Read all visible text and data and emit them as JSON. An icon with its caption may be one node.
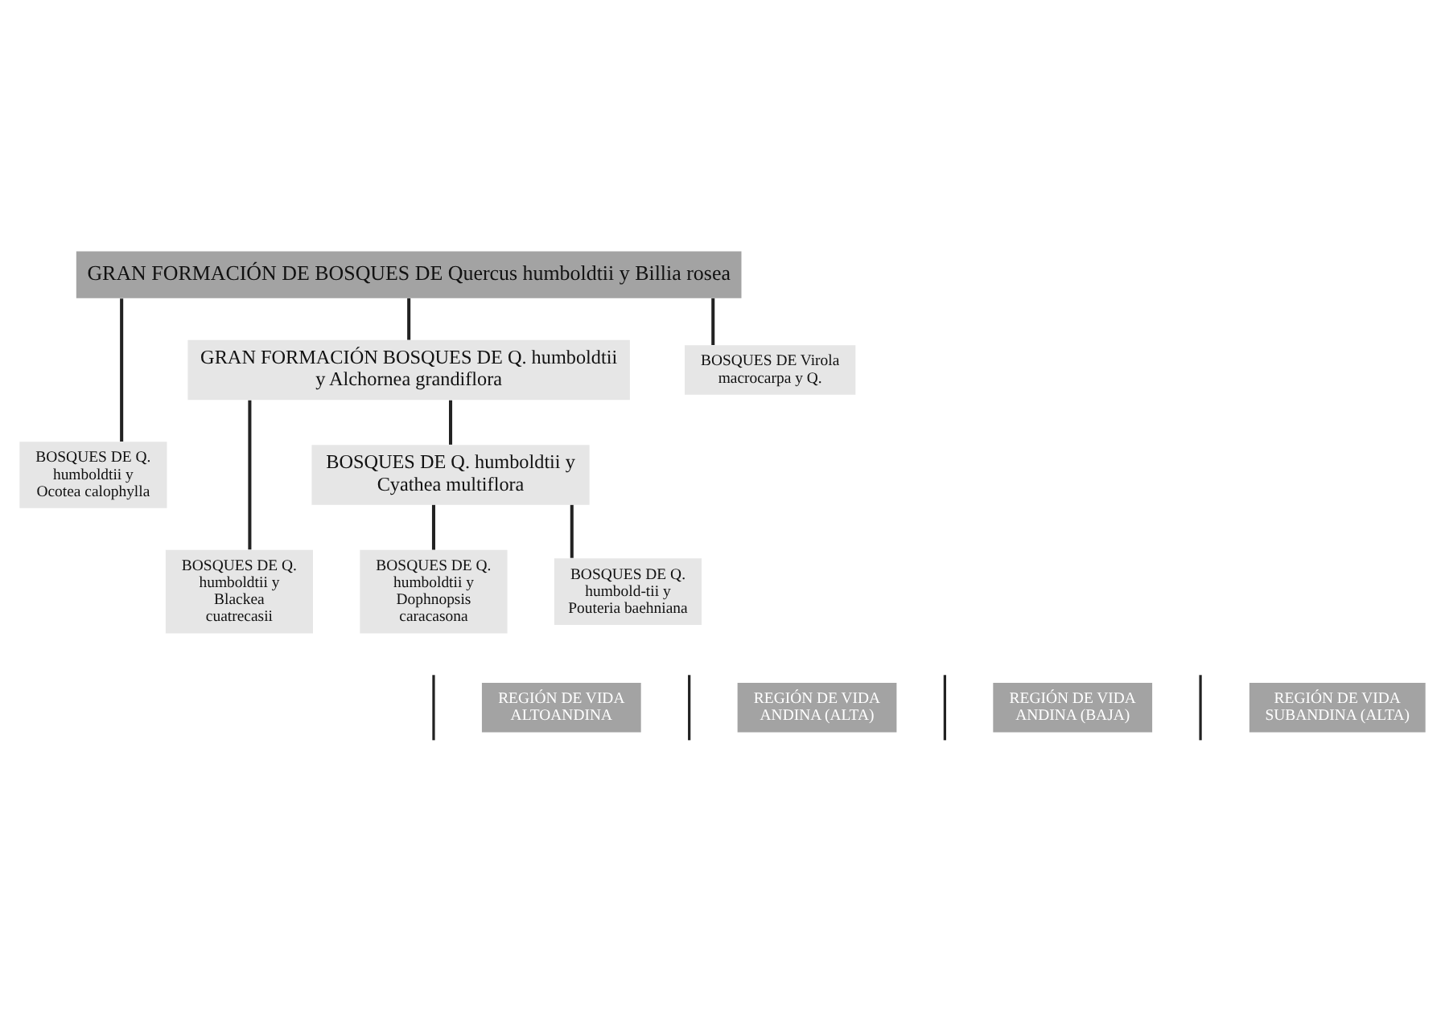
{
  "diagram": {
    "nodes": [
      {
        "text": [
          "GRAN FORMACIÓN DE BOSQUES DE Quercus humboldtii y Billia rosea"
        ]
      },
      {
        "text": [
          "BOSQUES DE Q. humboldtii y Ocotea calophylla"
        ]
      },
      {
        "text": [
          "GRAN FORMACIÓN BOSQUES DE Q. humboldtii y Alchornea grandiflora"
        ]
      },
      {
        "text": [
          "BOSQUES DE Q. humboldtii y Blackea cuatrecasii"
        ]
      },
      {
        "text": [
          "BOSQUES DE Q. humboldtii y Cyathea multiflora"
        ]
      },
      {
        "text": [
          "BOSQUES DE Q. humboldtii y Dophnopsis caracasona"
        ]
      },
      {
        "text": [
          "BOSQUES DE Q. humbold-tii y Pouteria baehniana"
        ]
      },
      {
        "text": [
          "BOSQUES DE Virola macrocarpa y Q."
        ]
      },
      {
        "text": [
          "REGIÓN DE VIDA ALTOANDINA"
        ]
      },
      {
        "text": [
          "REGIÓN DE VIDA ANDINA (ALTA)"
        ]
      },
      {
        "text": [
          "REGIÓN DE VIDA ANDINA (BAJA)"
        ]
      },
      {
        "text": [
          "REGIÓN DE VIDA SUBANDINA (ALTA)"
        ]
      }
    ],
    "edges": [
      {
        "from": 0,
        "to": 1,
        "arrow": "none"
      },
      {
        "from": 0,
        "to": 2,
        "arrow": "none"
      },
      {
        "from": 0,
        "to": 7,
        "arrow": "none"
      },
      {
        "from": 2,
        "to": 3,
        "arrow": "none"
      },
      {
        "from": 2,
        "to": 4,
        "arrow": "none"
      },
      {
        "from": 4,
        "to": 5,
        "arrow": "none"
      },
      {
        "from": 4,
        "to": 6,
        "arrow": "none"
      }
    ]
  }
}
